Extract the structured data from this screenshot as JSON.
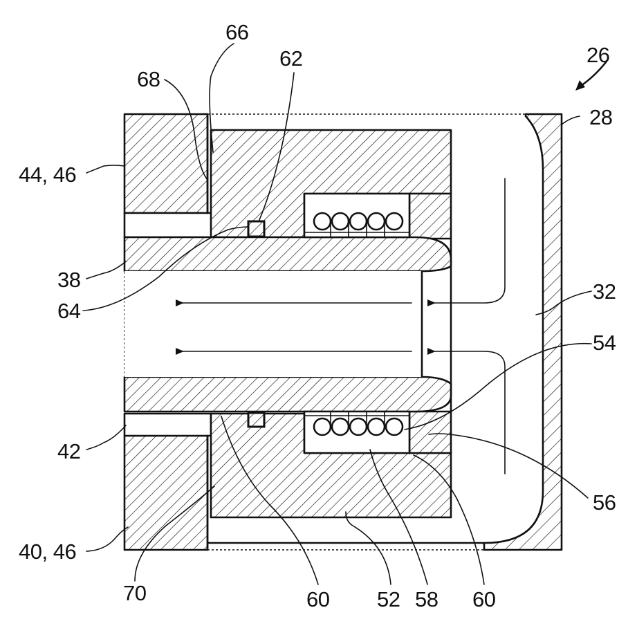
{
  "figure": {
    "labels": {
      "l26": "26",
      "l28": "28",
      "l32": "32",
      "l38": "38",
      "l40_46": "40, 46",
      "l42": "42",
      "l44_46": "44, 46",
      "l52": "52",
      "l54": "54",
      "l56": "56",
      "l58": "58",
      "l60a": "60",
      "l60b": "60",
      "l62": "62",
      "l64": "64",
      "l66": "66",
      "l68": "68",
      "l70": "70"
    }
  }
}
